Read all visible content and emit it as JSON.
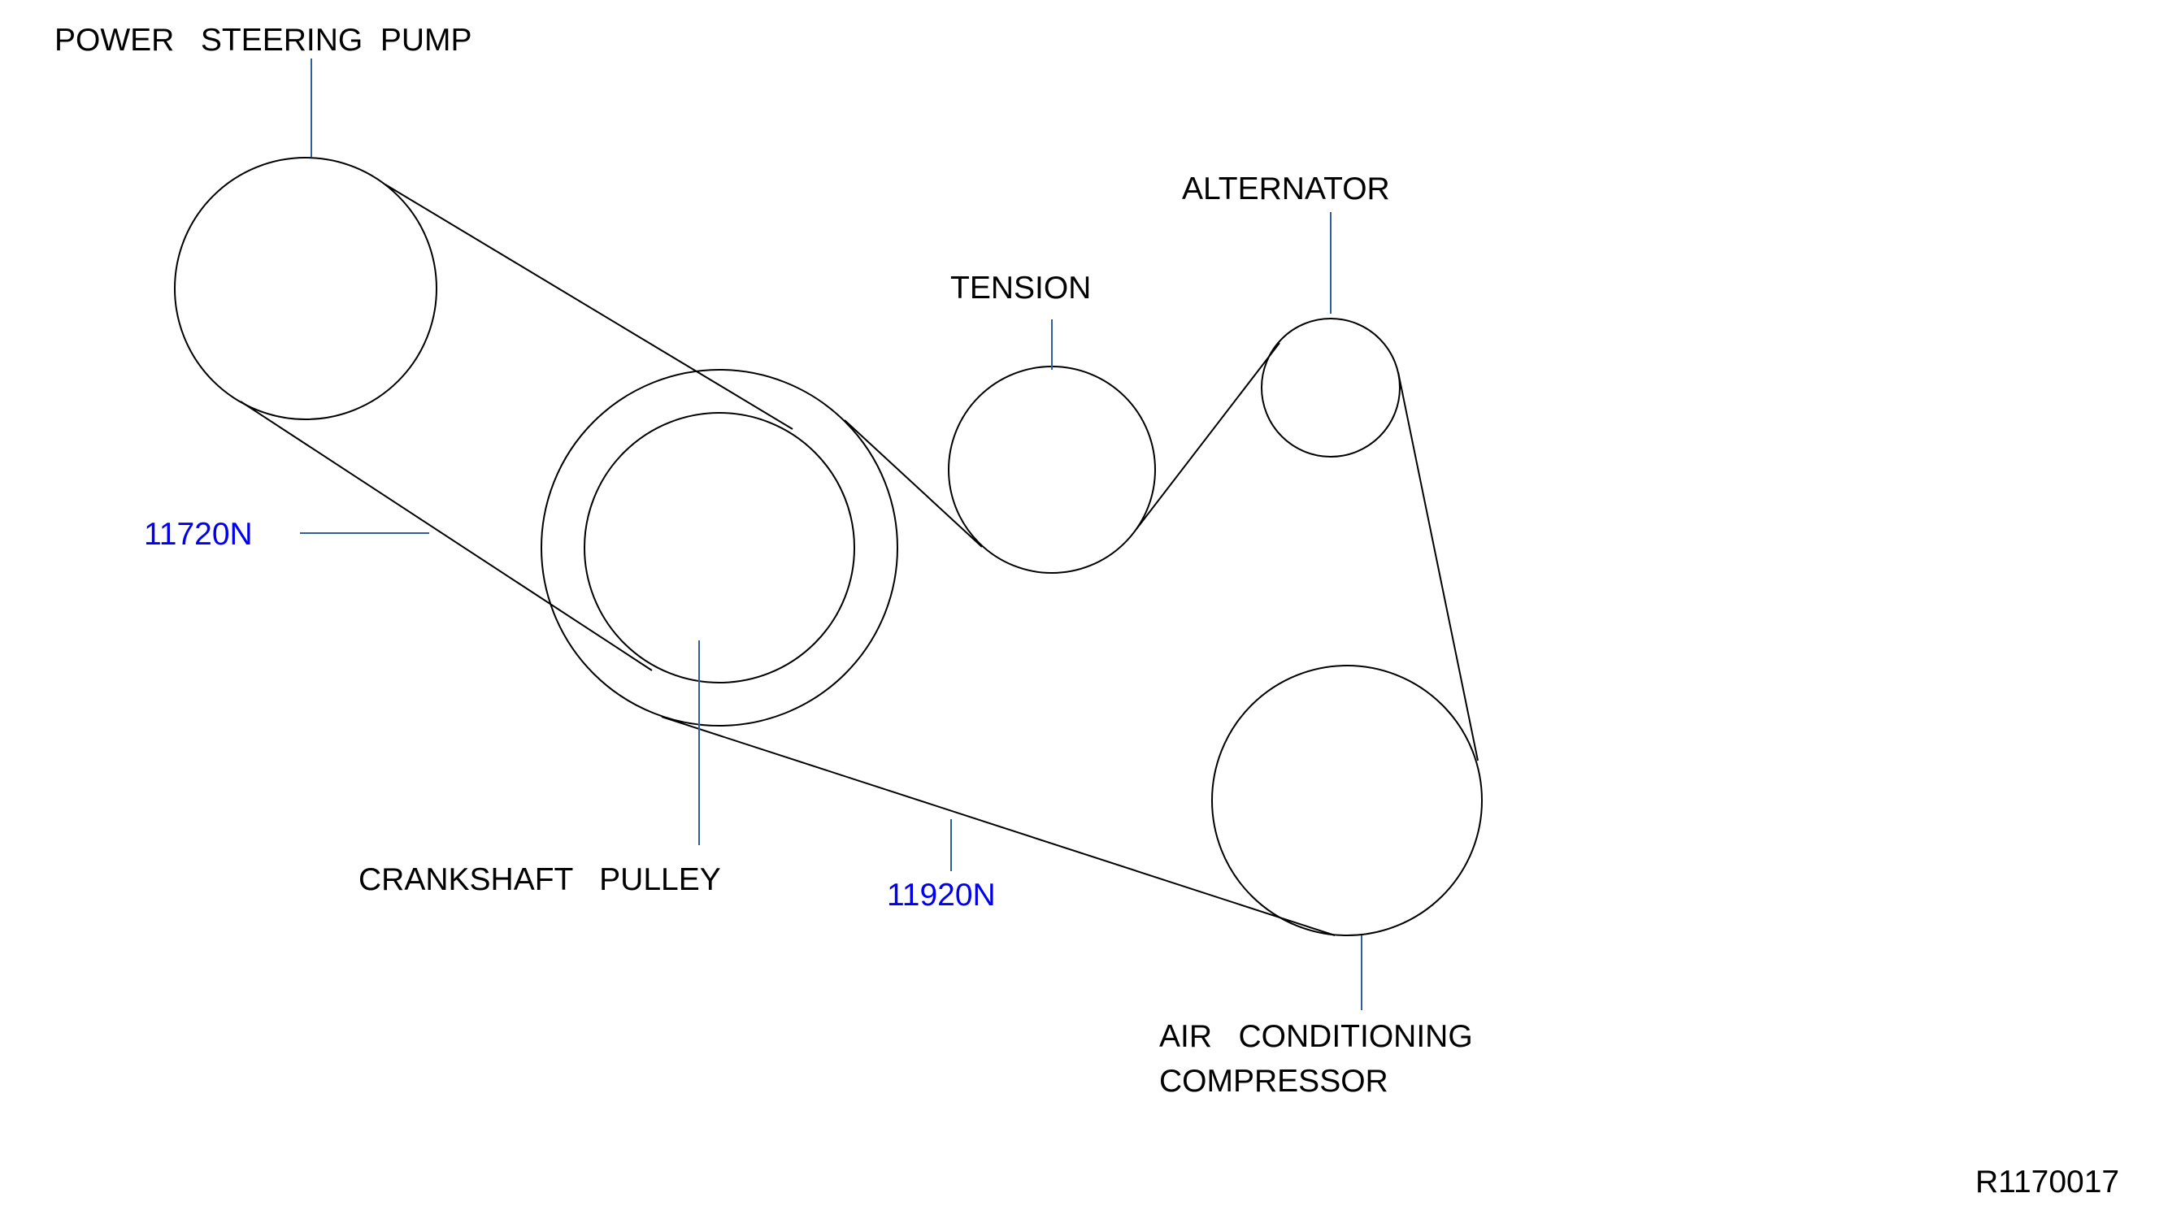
{
  "labels": {
    "power_steering_pump": "POWER   STEERING  PUMP",
    "tension": "TENSION",
    "alternator": "ALTERNATOR",
    "crankshaft_pulley": "CRANKSHAFT   PULLEY",
    "air_conditioning_line1": "AIR   CONDITIONING",
    "air_conditioning_line2": "COMPRESSOR",
    "tension_value_upper": "11720N",
    "tension_value_lower": "11920N",
    "figure_code": "R1170017"
  },
  "colors": {
    "line": "#000000",
    "leader": "#2f5f9c",
    "value_text": "#0000ee"
  }
}
